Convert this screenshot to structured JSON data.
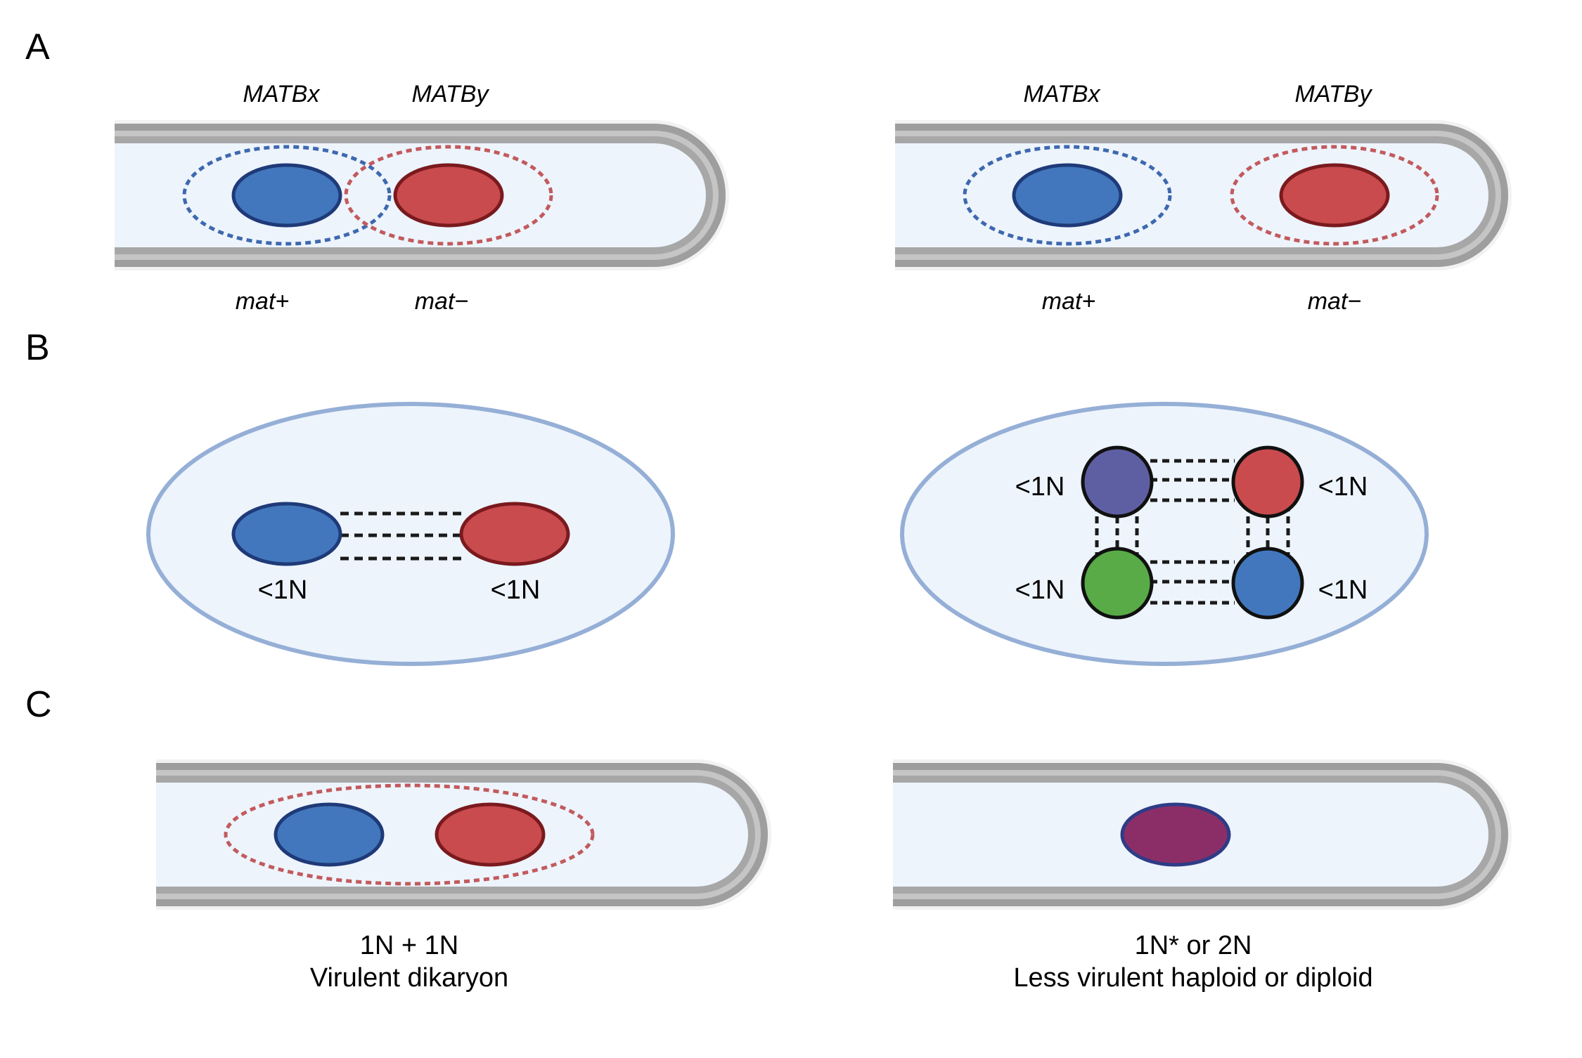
{
  "panels": {
    "a": {
      "letter": "A",
      "left": {
        "matb_x": "MATBx",
        "matb_y": "MATBy",
        "mat_plus": "mat+",
        "mat_minus": "mat−"
      },
      "right": {
        "matb_x": "MATBx",
        "matb_y": "MATBy",
        "mat_plus": "mat+",
        "mat_minus": "mat−"
      }
    },
    "b": {
      "letter": "B",
      "left": {
        "nucleus_blue_label": "<1N",
        "nucleus_red_label": "<1N"
      },
      "right": {
        "purple_label": "<1N",
        "red_label": "<1N",
        "green_label": "<1N",
        "blue_label": "<1N"
      }
    },
    "c": {
      "letter": "C",
      "left": {
        "ploidy": "1N + 1N",
        "caption": "Virulent dikaryon"
      },
      "right": {
        "ploidy": "1N* or 2N",
        "caption": "Less virulent haploid or diploid"
      }
    }
  },
  "colors": {
    "blue_nucleus": "#4277BD",
    "blue_outline": "#1F3A78",
    "red_nucleus": "#C94B4E",
    "red_outline": "#7A1A1E",
    "purple_nucleus": "#5E5FA3",
    "green_nucleus": "#58AB47",
    "fused_nucleus": "#8B2E68",
    "cell_fill": "#EDF4FC",
    "cell_wall": "#A2A2A2",
    "yeast_outline": "#95AFD6"
  }
}
